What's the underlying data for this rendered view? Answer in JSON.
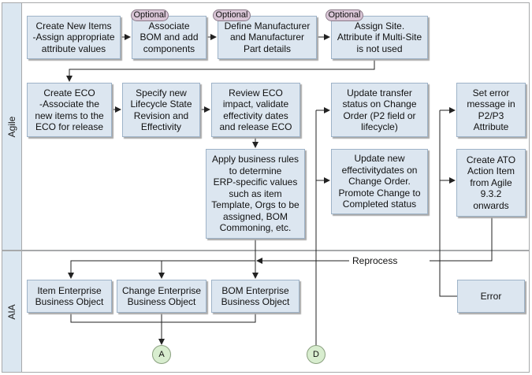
{
  "lanes": {
    "agile": "Agile",
    "aia": "AIA"
  },
  "boxes": {
    "create_items": "Create New Items\n-Assign appropriate\nattribute values",
    "associate_bom": "Associate\nBOM and add\ncomponents",
    "define_mfr": "Define  Manufacturer\nand Manufacturer\nPart details",
    "assign_site": "Assign Site.\nAttribute if Multi-Site\nis not used",
    "create_eco": "Create ECO\n-Associate the\nnew items to the\nECO for release",
    "specify_lifecycle": "Specify new\nLifecycle State\nRevision and\nEffectivity",
    "review_eco": "Review ECO\nimpact, validate\neffectivity dates\nand release ECO",
    "apply_rules": "Apply business rules\nto determine\nERP-specific values\nsuch as item\nTemplate, Orgs to be\nassigned, BOM\nCommoning, etc.",
    "update_transfer": "Update transfer\nstatus on Change\nOrder (P2 field or\nlifecycle)",
    "update_effectivity": "Update new\neffectivitydates on\nChange Order.\nPromote Change to\nCompleted status",
    "set_error": "Set error\nmessage in\nP2/P3\nAttribute",
    "create_ato": "Create ATO\nAction Item\nfrom Agile\n9.3.2\nonwards",
    "item_ebo": "Item Enterprise\nBusiness Object",
    "change_ebo": "Change Enterprise\nBusiness Object",
    "bom_ebo": "BOM Enterprise\nBusiness Object",
    "error": "Error"
  },
  "optional_tag": "Optional",
  "flow_labels": {
    "reprocess": "Reprocess"
  },
  "connectors": {
    "a": "A",
    "d": "D"
  },
  "colors": {
    "box_fill": "#dce6f0",
    "box_border": "#9eb3c8",
    "lane_header": "#dbe7f1",
    "optional_tag": "#d9c5d6",
    "connector": "#d8edcf"
  }
}
